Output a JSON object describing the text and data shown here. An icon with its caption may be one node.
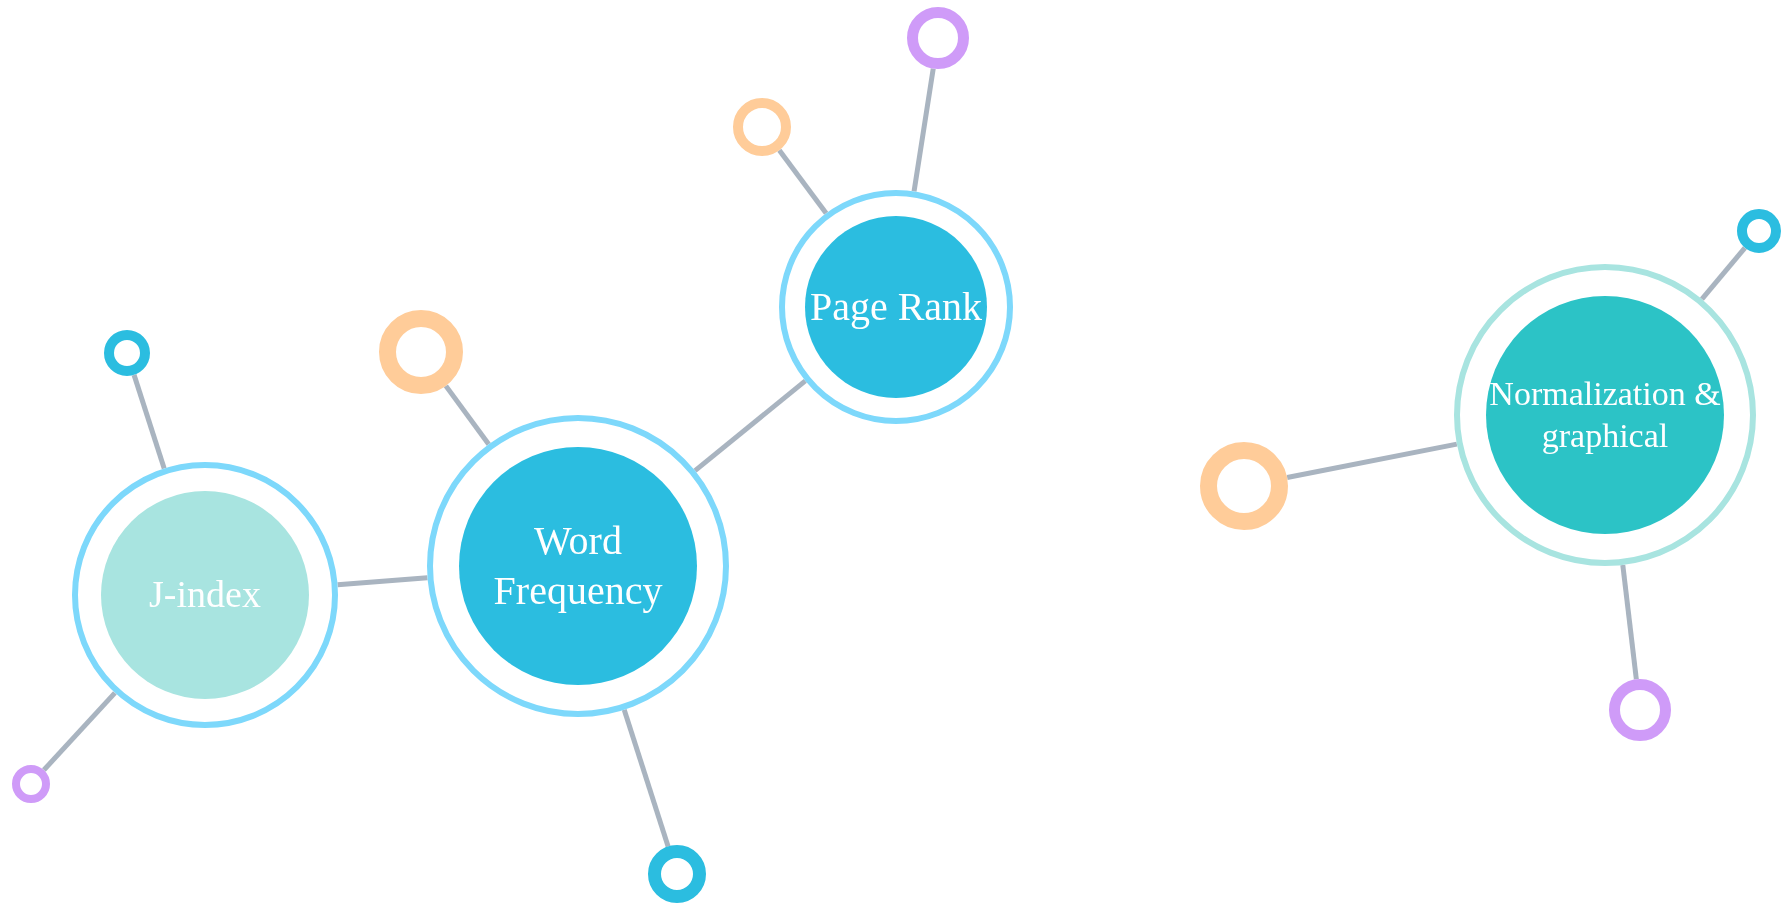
{
  "diagram": {
    "nodes": [
      {
        "text": [
          "J-index"
        ]
      },
      {
        "text": [
          "Word Frequency"
        ]
      },
      {
        "text": [
          "Page Rank"
        ]
      },
      {
        "text": [
          "Normalization & graphical"
        ]
      },
      {
        "text": [],
        "shape": "circle"
      },
      {
        "text": [],
        "shape": "circle"
      },
      {
        "text": [],
        "shape": "circle"
      },
      {
        "text": [],
        "shape": "circle"
      },
      {
        "text": [],
        "shape": "circle"
      },
      {
        "text": [],
        "shape": "circle"
      },
      {
        "text": [],
        "shape": "circle"
      },
      {
        "text": [],
        "shape": "circle"
      },
      {
        "text": [],
        "shape": "circle"
      }
    ],
    "edges": [
      {
        "from": 0,
        "to": 5,
        "arrow": "none"
      },
      {
        "from": 0,
        "to": 4,
        "arrow": "none"
      },
      {
        "from": 0,
        "to": 1,
        "arrow": "none"
      },
      {
        "from": 1,
        "to": 6,
        "arrow": "none"
      },
      {
        "from": 1,
        "to": 7,
        "arrow": "none"
      },
      {
        "from": 1,
        "to": 2,
        "arrow": "none"
      },
      {
        "from": 2,
        "to": 8,
        "arrow": "none"
      },
      {
        "from": 2,
        "to": 9,
        "arrow": "none"
      },
      {
        "from": 3,
        "to": 10,
        "arrow": "none"
      },
      {
        "from": 3,
        "to": 12,
        "arrow": "none"
      },
      {
        "from": 3,
        "to": 11,
        "arrow": "none"
      }
    ]
  }
}
